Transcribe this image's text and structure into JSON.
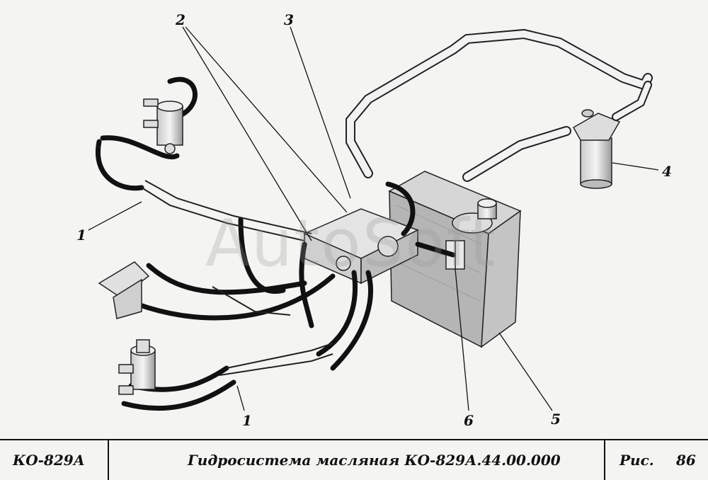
{
  "diagram": {
    "callouts": [
      {
        "id": "c2",
        "text": "2"
      },
      {
        "id": "c3",
        "text": "3"
      },
      {
        "id": "c4",
        "text": "4"
      },
      {
        "id": "c1a",
        "text": "1"
      },
      {
        "id": "c1b",
        "text": "1"
      },
      {
        "id": "c6",
        "text": "6"
      },
      {
        "id": "c5",
        "text": "5"
      }
    ],
    "watermark": "AutoSoft"
  },
  "title_block": {
    "model": "КО-829А",
    "title": "Гидросистема масляная КО-829А.44.00.000",
    "fig_label": "Рис.",
    "fig_number": "86"
  },
  "colors": {
    "line": "#111111",
    "paper": "#f4f4f2",
    "tank": "#b9b9b9"
  }
}
